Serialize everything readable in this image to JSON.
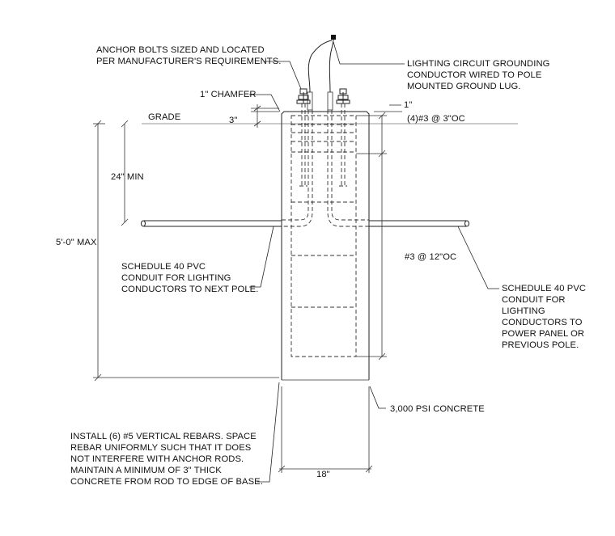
{
  "labels": {
    "anchor_bolts": [
      "ANCHOR BOLTS SIZED AND LOCATED",
      "PER MANUFACTURER'S REQUIREMENTS."
    ],
    "grounding": [
      "LIGHTING CIRCUIT GROUNDING",
      "CONDUCTOR WIRED TO POLE",
      "MOUNTED GROUND LUG."
    ],
    "chamfer": "1\" CHAMFER",
    "grade": "GRADE",
    "three_in": "3\"",
    "one_in": "1\"",
    "ties_top": "(4)#3 @ 3\"OC",
    "min_depth": "24\" MIN",
    "max_depth": "5'-0\" MAX",
    "ties_main": "#3 @ 12\"OC",
    "pvc_next": [
      "SCHEDULE 40 PVC",
      "CONDUIT FOR LIGHTING",
      "CONDUCTORS TO NEXT POLE."
    ],
    "pvc_power": [
      "SCHEDULE 40 PVC",
      "CONDUIT FOR",
      "LIGHTING",
      "CONDUCTORS TO",
      "POWER PANEL OR",
      "PREVIOUS POLE."
    ],
    "concrete": "3,000 PSI CONCRETE",
    "rebar_note": [
      "INSTALL (6) #5 VERTICAL REBARS. SPACE",
      "REBAR UNIFORMLY SUCH THAT IT DOES",
      "NOT INTERFERE WITH ANCHOR RODS.",
      "MAINTAIN A MINIMUM OF 3\" THICK",
      "CONCRETE FROM ROD TO EDGE OF BASE."
    ],
    "width": "18\""
  }
}
